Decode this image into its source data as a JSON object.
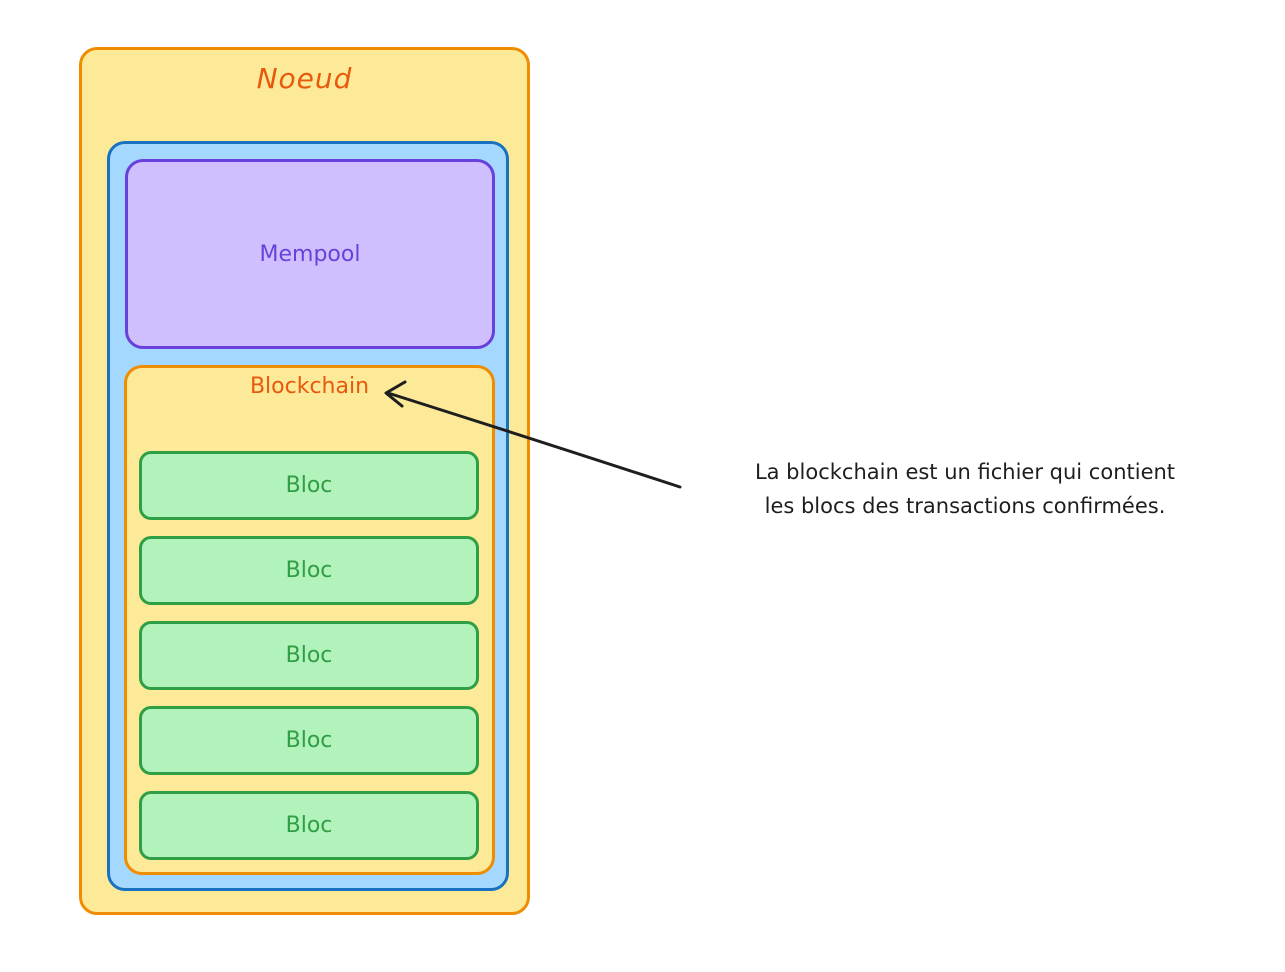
{
  "node": {
    "label": "Noeud"
  },
  "mempool": {
    "label": "Mempool"
  },
  "blockchain": {
    "label": "Blockchain",
    "blocks": [
      "Bloc",
      "Bloc",
      "Bloc",
      "Bloc",
      "Bloc"
    ]
  },
  "annotation": {
    "line1": "La blockchain est un fichier qui contient",
    "line2": "les blocs des transactions confirmées."
  },
  "colors": {
    "node_fill": "#fdea98",
    "node_stroke": "#f08c00",
    "container_fill": "#a5d8ff",
    "container_stroke": "#1971c2",
    "mempool_fill": "#d0bfff",
    "mempool_stroke": "#6741d9",
    "bloc_fill": "#b2f2bb",
    "bloc_stroke": "#2f9e44",
    "arrow": "#1e1e1e"
  }
}
